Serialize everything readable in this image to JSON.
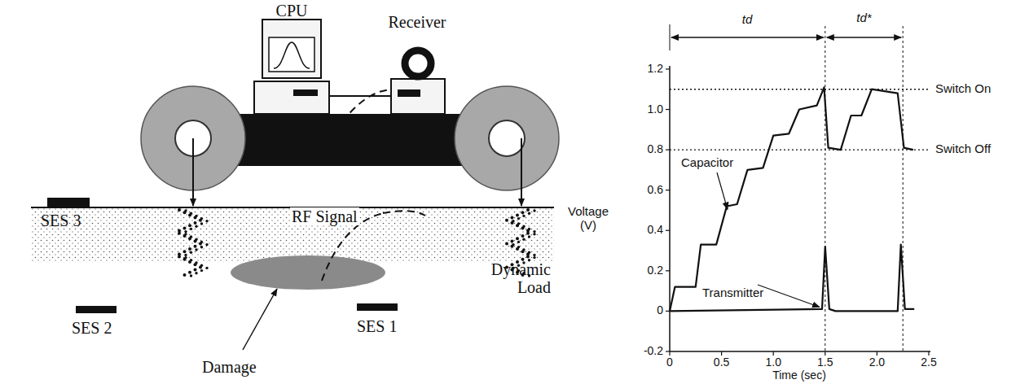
{
  "diagram": {
    "labels": [
      "CPU",
      "Receiver",
      "SES 3",
      "RF Signal",
      "Dynamic Load",
      "SES 2",
      "SES 1",
      "Damage",
      "td",
      "td*",
      "Switch On",
      "Switch Off",
      "Capacitor",
      "Voltage (V)",
      "Transmitter",
      "Time (sec)",
      "1.2",
      "1.0",
      "0.8",
      "0.6",
      "0.4",
      "0.2",
      "0",
      "-0.2",
      "0",
      "0.5",
      "1.0",
      "1.5",
      "2.0",
      "2.5"
    ]
  }
}
